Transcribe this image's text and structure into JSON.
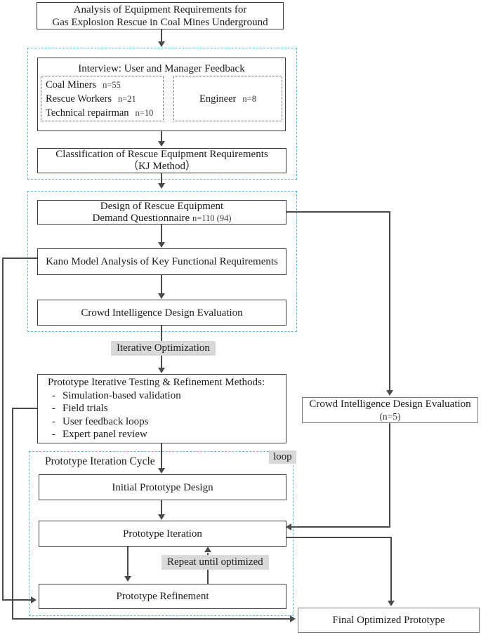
{
  "diagram": {
    "title_box": {
      "line1": "Analysis of Equipment Requirements for",
      "line2": "Gas Explosion Rescue in Coal Mines Underground"
    },
    "interview": {
      "title": "Interview: User and Manager Feedback",
      "group1": [
        {
          "label": "Coal Miners",
          "n": "n=55"
        },
        {
          "label": "Rescue Workers",
          "n": "n=21"
        },
        {
          "label": "Technical repairman",
          "n": "n=10"
        }
      ],
      "group2": {
        "label": "Engineer",
        "n": "n=8"
      }
    },
    "classification": {
      "line1": "Classification of Rescue Equipment Requirements",
      "line2": "（KJ Method）"
    },
    "design": {
      "line1": "Design of Rescue Equipment",
      "line2": "Demand Questionnaire",
      "n": "n=110 (94)"
    },
    "kano": "Kano Model Analysis of Key Functional Requirements",
    "crowd": "Crowd Intelligence Design Evaluation",
    "iterative_label": "Iterative Optimization",
    "testing": {
      "title": "Prototype Iterative Testing & Refinement Methods:",
      "items": [
        "Simulation-based validation",
        "Field trials",
        "User feedback loops",
        "Expert panel review"
      ]
    },
    "loop_cycle": {
      "label": "Prototype Iteration Cycle",
      "tag": "loop"
    },
    "initial": "Initial Prototype Design",
    "iteration": "Prototype Iteration",
    "repeat_label": "Repeat until optimized",
    "refinement": "Prototype Refinement",
    "crowd_n5": {
      "line1": "Crowd Intelligence Design Evaluation",
      "line2": "(n=5)"
    },
    "final": "Final Optimized Prototype",
    "colors": {
      "dashed_border": "#56b9e8",
      "line": "#4a4a4a",
      "label_bg": "#d9d9d9"
    }
  }
}
